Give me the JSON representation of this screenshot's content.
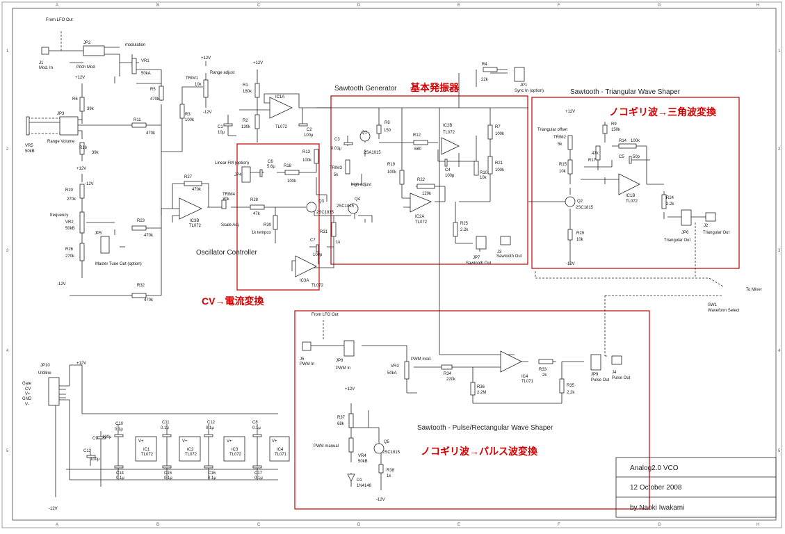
{
  "grid": {
    "columns": [
      "A",
      "B",
      "C",
      "D",
      "E",
      "F",
      "G",
      "H"
    ],
    "rows": [
      "1",
      "2",
      "3",
      "4",
      "5"
    ]
  },
  "sections": {
    "sawtooth_generator": "Sawtooth Generator",
    "sawtooth_generator_jp": "基本発振器",
    "tri_shaper": "Sawtooth - Triangular Wave Shaper",
    "tri_shaper_jp": "ノコギリ波→三角波変換",
    "osc_controller": "Oscillator Controller",
    "cv_current_jp": "CV→電流変換",
    "pulse_shaper": "Sawtooth - Pulse/Rectangular Wave Shaper",
    "pulse_shaper_jp": "ノコギリ波→パルス波変換"
  },
  "title_block": {
    "title": "Analog2.0 VCO",
    "date": "12 October 2008",
    "author": "by Naoki Iwakami"
  },
  "labels": {
    "from_lfo_out": "From LFO Out",
    "modulation": "modulation",
    "j1": "J1",
    "mod_in": "Mod. In",
    "jp2": "JP2",
    "pitch_mod": "Pitch Mod",
    "vr1": "VR1",
    "vr1_val": "50kA",
    "r5": "R5",
    "r5_val": "470k",
    "r6": "R6",
    "r6_val": "39k",
    "plus12v": "+12V",
    "minus12v": "-12V",
    "trim1": "TRIM1",
    "trim1_val": "10k",
    "range_adjust": "Range adjust",
    "r3": "R3",
    "r3_val": "100k",
    "jp3": "JP3",
    "range_volume": "Range Volume",
    "r11": "R11",
    "r11_val": "470k",
    "vr5": "VR5",
    "vr5_val": "50kB",
    "r16": "R16",
    "r16_val": "39k",
    "r20": "R20",
    "r20_val": "270k",
    "frequency": "frequency",
    "vr2": "VR2",
    "vr2_val": "50kB",
    "r26": "R26",
    "r26_val": "270k",
    "jp5": "JP5",
    "master_tune": "Master Tune Out (option)",
    "r23": "R23",
    "r23_val": "470k",
    "r32": "R32",
    "r32_val": "470k",
    "r27": "R27",
    "r27_val": "470k",
    "ic3b": "IC3B",
    "tl072": "TL072",
    "trim4": "TRIM4",
    "trim4_val": "20k",
    "scale_adj": "Scale Adj.",
    "r1": "R1",
    "r1_val": "180k",
    "r2": "R2",
    "r2_val": "130k",
    "c1": "C1",
    "c1_val": "10μ",
    "ic1a": "IC1A",
    "c2": "C2",
    "c2_val": "100μ",
    "linear_fm": "Linear FM (option)",
    "jp4": "JP4",
    "c6": "C6",
    "c6_val": "5.6μ",
    "r18": "R18",
    "r18_val": "100k",
    "r13": "R13",
    "r13_val": "100k",
    "r28": "R28",
    "r28_val": "47k",
    "r30": "R30",
    "r30_val": "1k tempco",
    "q3": "Q3",
    "q3_val": "2SC1815",
    "q4": "Q4",
    "q4_val": "2SC1815",
    "r31": "R31",
    "r31_val": "1k",
    "c7": "C7",
    "c7_val": "100p",
    "ic3a": "IC3A",
    "c3": "C3",
    "c3_val": "0.01μ",
    "q1": "Q1",
    "q1_val": "2SA1015",
    "r8": "R8",
    "r8_val": "150",
    "trim3": "TRIM3",
    "trim3_val": "5k",
    "high_adjust": "high adjust",
    "r12": "R12",
    "r12_val": "680",
    "ic2b": "IC2B",
    "c4": "C4",
    "c4_val": "100p",
    "r19": "R19",
    "r19_val": "100k",
    "r22": "R22",
    "r22_val": "120k",
    "ic2a": "IC2A",
    "r4": "R4",
    "r4_val": "22k",
    "jp1": "JP1",
    "sync_in": "Sync In (option)",
    "r7": "R7",
    "r7_val": "100k",
    "r10": "R10",
    "r10_val": "10k",
    "r21": "R21",
    "r21_val": "100k",
    "r25": "R25",
    "r25_val": "2.2k",
    "jp7": "JP7",
    "j3": "J3",
    "sawtooth_out": "Sawtooth Out",
    "tri_offset": "Triangular offset",
    "trim2": "TRIM2",
    "trim2_val": "5k",
    "r9": "R9",
    "r9_val": "150k",
    "r14": "R14",
    "r14_val": "100k",
    "r17": "R17",
    "r17_val": "47k",
    "c5": "C5",
    "c5_val": "50p",
    "r15": "R15",
    "r15_val": "10k",
    "ic1b": "IC1B",
    "q2": "Q2",
    "q2_val": "2SC1815",
    "r24": "R24",
    "r24_val": "2.2k",
    "r29": "R29",
    "r29_val": "10k",
    "jp6": "JP6",
    "j2": "J2",
    "triangular_out": "Triangular Out",
    "to_mixer": "To Mixer",
    "sw1": "SW1",
    "waveform_select": "Waveform Select",
    "j5": "J5",
    "pwm_in": "PWM In",
    "jp8": "JP8",
    "vr3": "VR3",
    "vr3_val": "50kA",
    "pwm_mod": "PWM mod.",
    "r34": "R34",
    "r34_val": "220k",
    "r36": "R36",
    "r36_val": "2.2M",
    "ic4": "IC4",
    "ic4_val": "TL071",
    "r33": "R33",
    "r33_val": "2k",
    "r35": "R35",
    "r35_val": "2.2k",
    "jp9": "JP9",
    "j4": "J4",
    "pulse_out": "Pulse Out",
    "r37": "R37",
    "r37_val": "68k",
    "pwm_manual": "PWM manual",
    "vr4": "VR4",
    "vr4_val": "50kB",
    "q5": "Q5",
    "q5_val": "2SC1815",
    "r38": "R38",
    "r38_val": "1k",
    "d1": "D1",
    "d1_val": "1N4148",
    "jp10": "JP10",
    "ufdline": "Ufdline",
    "gate": "Gate",
    "cv": "CV",
    "vplus": "V+",
    "gnd": "GND",
    "vminus": "V-",
    "c9": "C9",
    "c9_val": "100μ",
    "c13": "C13",
    "c13_val": "100μ",
    "c10": "C10",
    "c10_val": "0.1μ",
    "c11": "C11",
    "c11_val": "0.1μ",
    "c12": "C12",
    "c12_val": "0.1μ",
    "c8": "C8",
    "c8_val": "0.1μ",
    "c14": "C14",
    "c14_val": "0.1μ",
    "c15": "C15",
    "c15_val": "0.1μ",
    "c16": "C16",
    "c16_val": "0.1μ",
    "c17": "C17",
    "c17_val": "0.1μ",
    "ic1": "IC1",
    "ic2": "IC2",
    "ic3": "IC3",
    "ic4b": "IC4",
    "tl071": "TL071",
    "v_plus_short": "V+",
    "v_minus_short": "V-"
  }
}
